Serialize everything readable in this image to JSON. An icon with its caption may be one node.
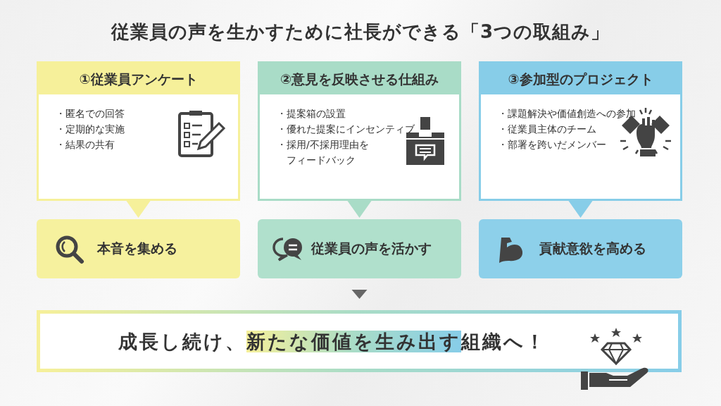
{
  "diagram": {
    "title": "従業員の声を生かすために社長ができる「3つの取組み」",
    "nodes": [
      {
        "text": [
          "①従業員アンケート",
          "・匿名での回答",
          "・定期的な実施",
          "・結果の共有"
        ]
      },
      {
        "text": [
          "本音を集める"
        ]
      },
      {
        "text": [
          "②意見を反映させる仕組み",
          "・提案箱の設置",
          "・優れた提案にインセンティブ",
          "・採用/不採用理由をフィードバック"
        ]
      },
      {
        "text": [
          "従業員の声を活かす"
        ]
      },
      {
        "text": [
          "③参加型のプロジェクト",
          "・課題解決や価値創造への参加",
          "・従業員主体のチーム",
          "・部署を跨いだメンバー"
        ]
      },
      {
        "text": [
          "貢献意欲を高める"
        ]
      },
      {
        "text": [
          "成長し続け、**新たな価値を生み出す**組織へ！"
        ]
      }
    ],
    "edges": [
      {
        "from": 0,
        "to": 1,
        "arrow": "to"
      },
      {
        "from": 2,
        "to": 3,
        "arrow": "to"
      },
      {
        "from": 4,
        "to": 5,
        "arrow": "to"
      },
      {
        "from": 3,
        "to": 6,
        "arrow": "to"
      }
    ]
  }
}
